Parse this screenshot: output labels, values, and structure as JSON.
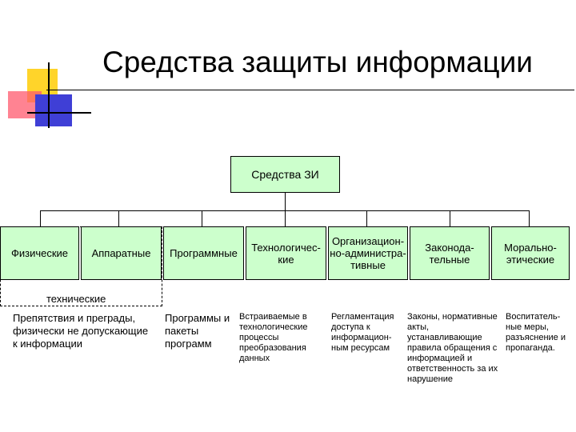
{
  "title": "Средства защиты информации",
  "colors": {
    "node_fill": "#ccffcc",
    "deco_yellow": "#ffd42a",
    "deco_red": "#ff5a6e",
    "deco_blue": "#3f3fd6"
  },
  "root": {
    "label": "Средства ЗИ"
  },
  "categories": [
    {
      "label": "Физические"
    },
    {
      "label": "Аппаратные"
    },
    {
      "label": "Программные"
    },
    {
      "label": "Технологичес-\nкие"
    },
    {
      "label": "Организацион-\nно-администра-\nтивные"
    },
    {
      "label": "Законода-\nтельные"
    },
    {
      "label": "Морально-\nэтические"
    }
  ],
  "group_label": "технические",
  "descriptions": [
    "Препятствия и преграды, физически не допускающие к информации",
    "Программы и пакеты программ",
    "Встраиваемые в технологические процессы преобразования данных",
    "Регламентация доступа к информацион-ным ресурсам",
    "Законы, нормативные акты, устанавливающие правила обращения с информацией и ответственность за их нарушение",
    "Воспитатель-ные меры, разъяснение и пропаганда."
  ]
}
